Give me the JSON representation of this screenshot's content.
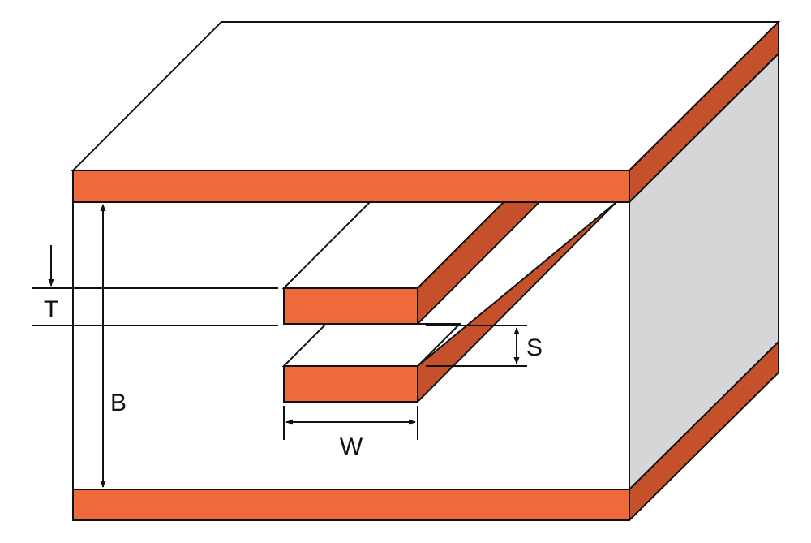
{
  "labels": {
    "T": "T",
    "B": "B",
    "S": "S",
    "W": "W"
  },
  "colors": {
    "copper_front": "#ee6a3a",
    "copper_side": "#c5512c",
    "side_face": "#d5d6d8",
    "dielectric": "#ffffff",
    "outline": "#111111"
  }
}
